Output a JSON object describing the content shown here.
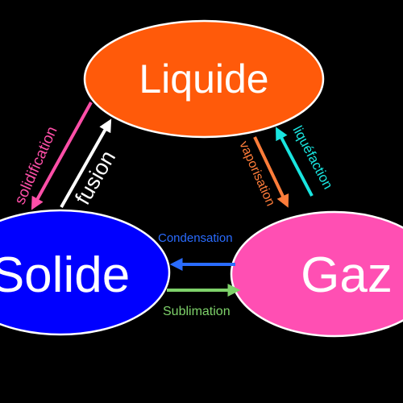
{
  "diagram": {
    "states": {
      "liquid": {
        "label": "Liquide",
        "color": "#ff5a0a"
      },
      "solid": {
        "label": "Solide",
        "color": "#0000ff"
      },
      "gas": {
        "label": "Gaz",
        "color": "#ff4fb3"
      }
    },
    "transitions": {
      "solidification": {
        "label": "solidification",
        "color": "#ff4fa8"
      },
      "fusion": {
        "label": "fusion",
        "color": "#ffffff"
      },
      "vaporisation": {
        "label": "vaporisation",
        "color": "#ff7d3a"
      },
      "liquefaction": {
        "label": "liquéfaction",
        "color": "#19e5e0"
      },
      "condensation": {
        "label": "Condensation",
        "color": "#2a6cff"
      },
      "sublimation": {
        "label": "Sublimation",
        "color": "#7ed26a"
      }
    },
    "background_color": "#000000"
  }
}
